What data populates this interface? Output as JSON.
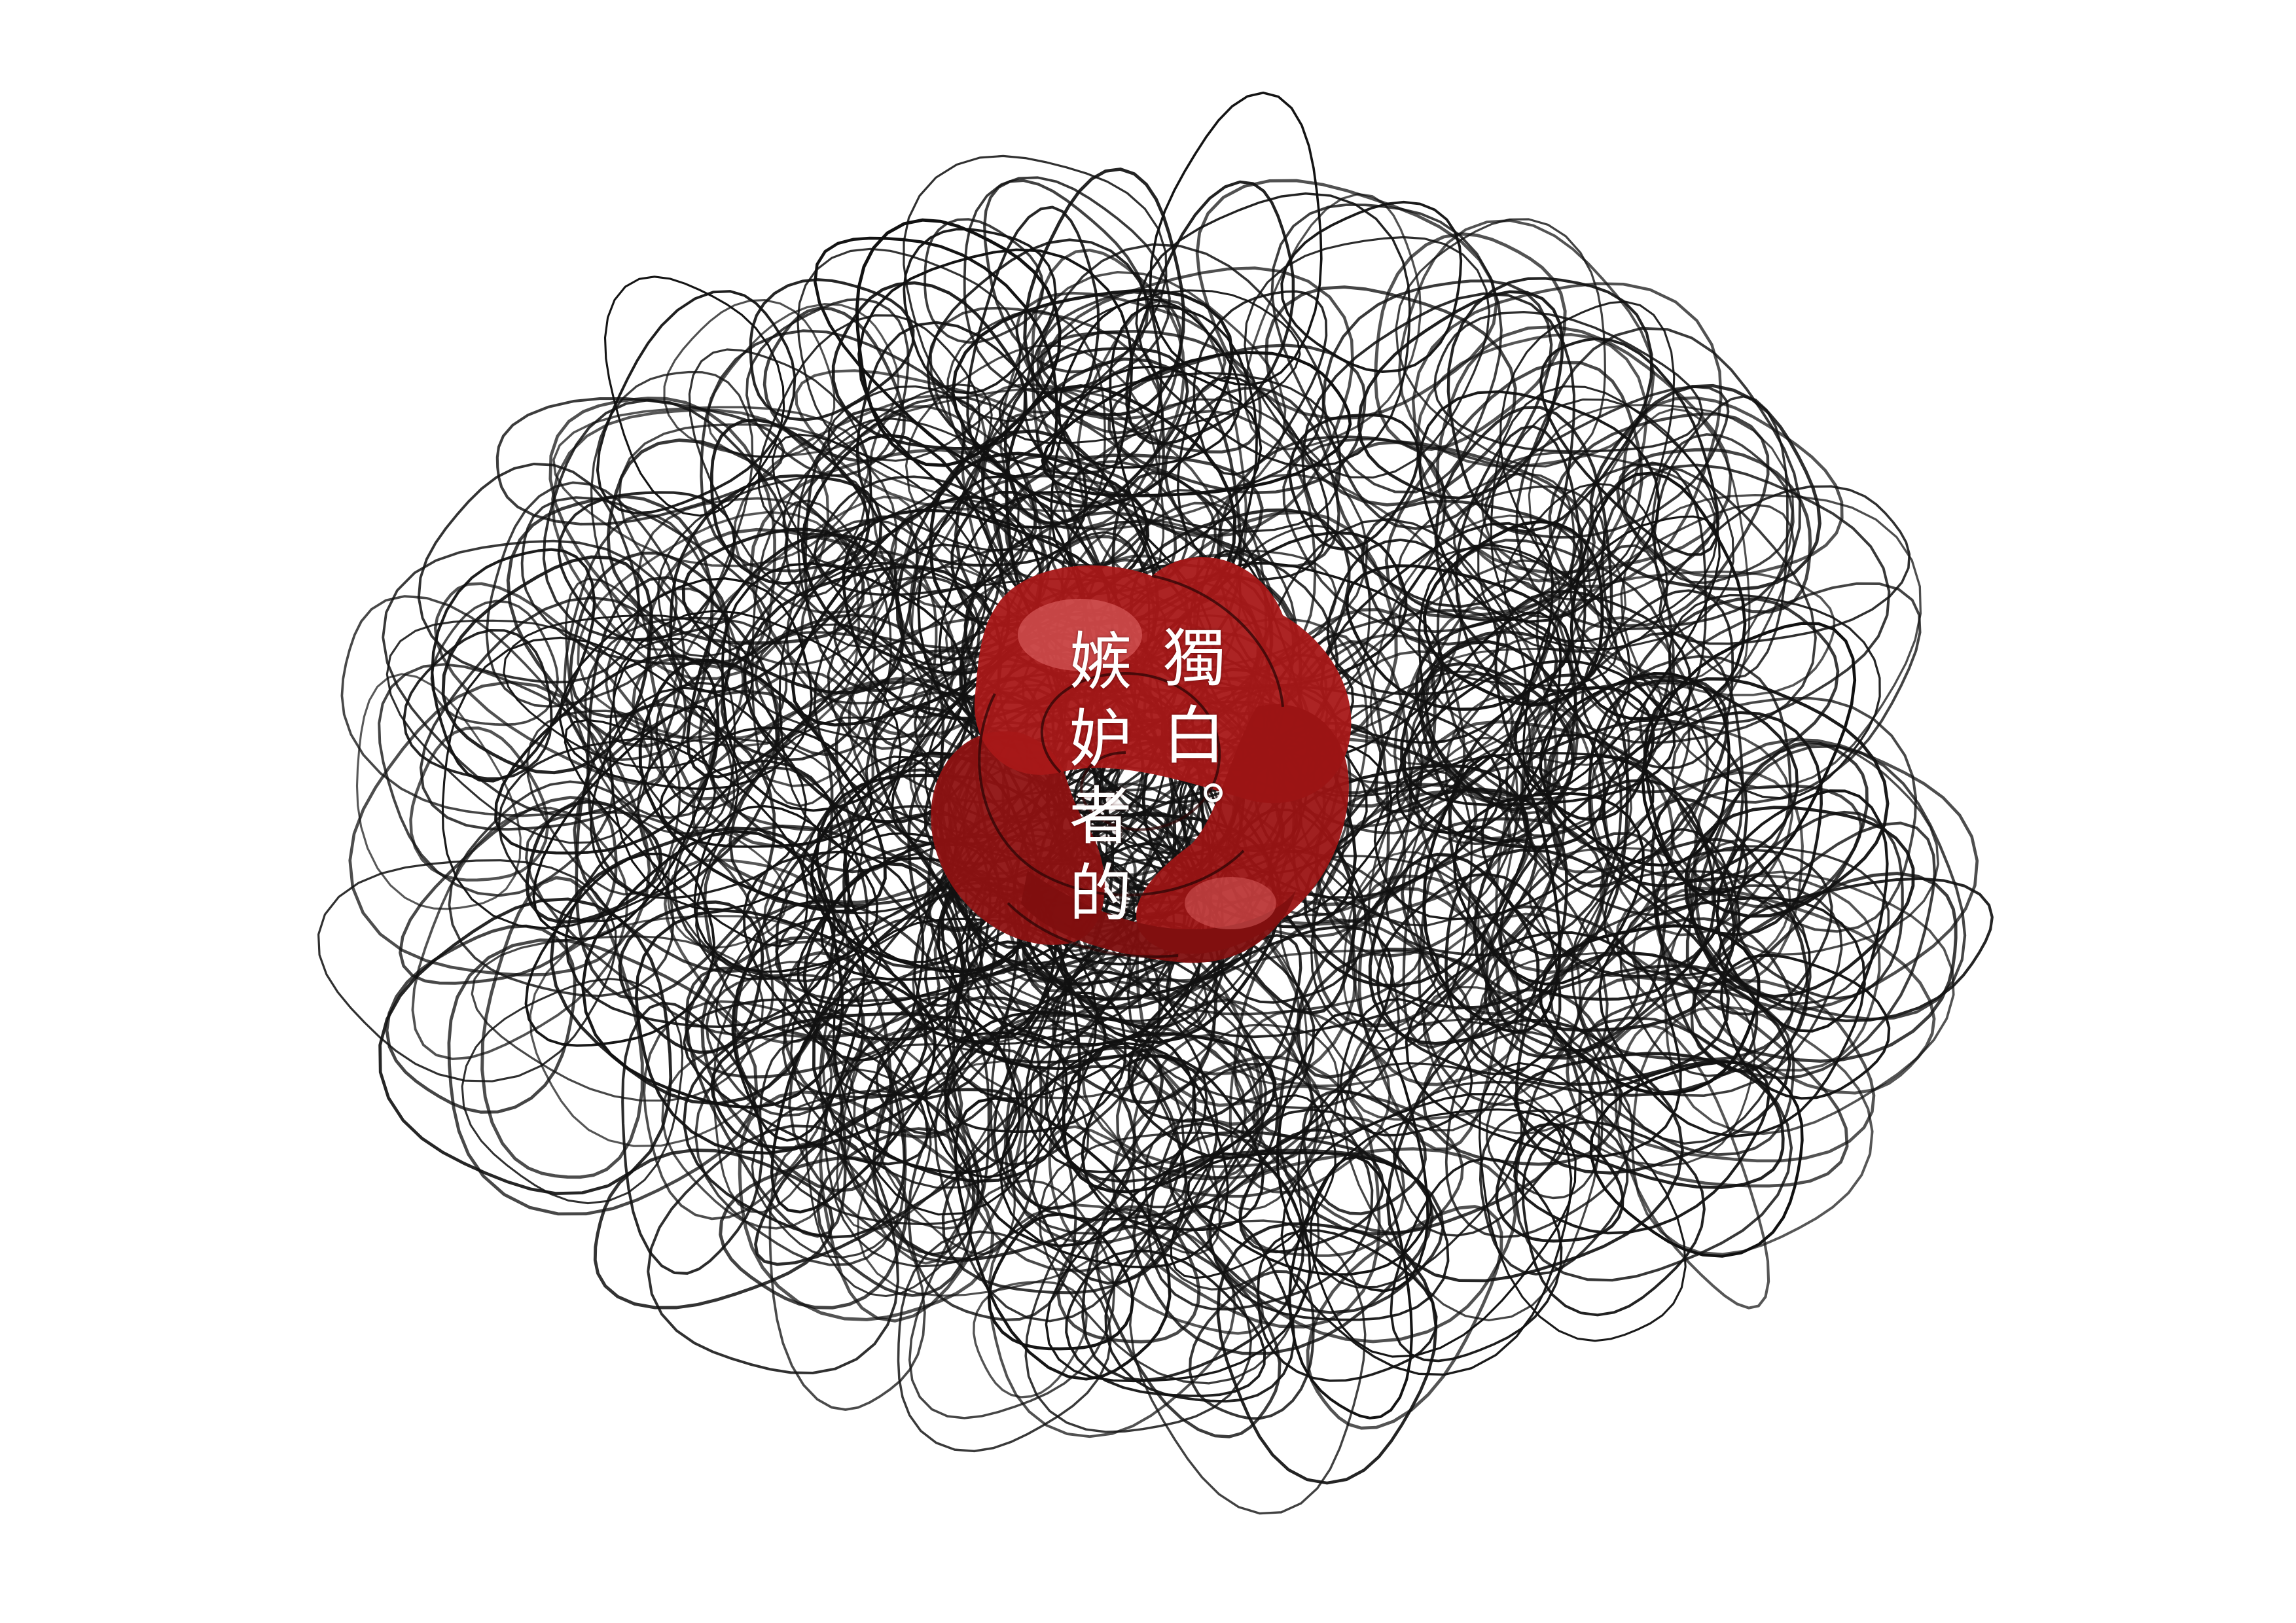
{
  "title": {
    "lines": [
      "獨白。",
      "嫉妒者的"
    ]
  },
  "colors": {
    "background": "#ffffff",
    "scribble": "#111111",
    "rose_dark": "#8e1212",
    "rose_mid": "#b51f1f",
    "rose_light": "#e56b6b",
    "title_text": "#ffffff"
  },
  "icons": {
    "scribble": "tangled-scribble-art",
    "rose": "red-rose-icon"
  }
}
